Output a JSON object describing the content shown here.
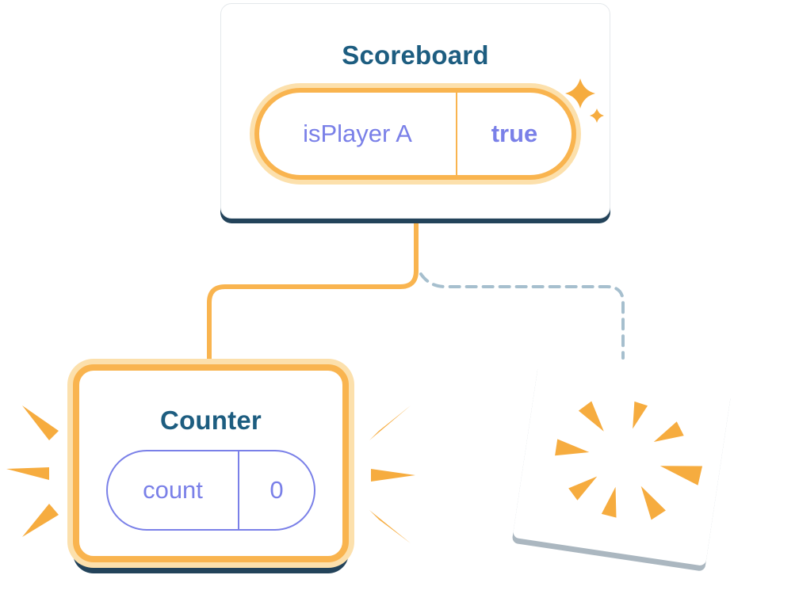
{
  "scoreboard": {
    "title": "Scoreboard",
    "state": {
      "label": "isPlayer A",
      "value": "true"
    }
  },
  "counter": {
    "title": "Counter",
    "state": {
      "label": "count",
      "value": "0"
    }
  },
  "connections": {
    "active": "scoreboard-to-counter",
    "removed": "scoreboard-to-destroyed"
  },
  "icons": {
    "sparkle": "sparkle-icon",
    "emphasis_burst": "emphasis-burst-icon",
    "poof_burst": "poof-burst-icon"
  },
  "colors": {
    "orange": "#F9B44F",
    "orange_glow": "#FCE0AC",
    "burst_orange": "#F6AC3F",
    "purple": "#7A80E8",
    "heading_blue": "#1D5D80",
    "shadow_navy": "#23435A",
    "dashed_blue": "#A6BFCE",
    "background": "#FFFFFF"
  }
}
